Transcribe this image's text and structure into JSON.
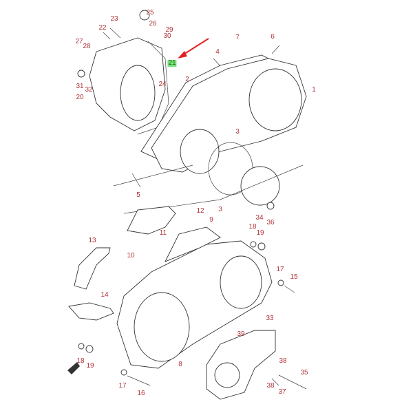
{
  "diagram": {
    "highlighted_part": "21",
    "arrow_color": "#e02020",
    "label_color": "#b0343a",
    "highlight_color": "#7be07b",
    "labels": [
      "25",
      "23",
      "26",
      "22",
      "29",
      "30",
      "7",
      "6",
      "27",
      "28",
      "4",
      "21",
      "2",
      "1",
      "24",
      "31",
      "32",
      "20",
      "3",
      "5",
      "3",
      "34",
      "36",
      "12",
      "9",
      "11",
      "18",
      "19",
      "13",
      "10",
      "17",
      "15",
      "14",
      "33",
      "39",
      "18",
      "19",
      "8",
      "38",
      "35",
      "17",
      "38",
      "16",
      "37"
    ]
  }
}
